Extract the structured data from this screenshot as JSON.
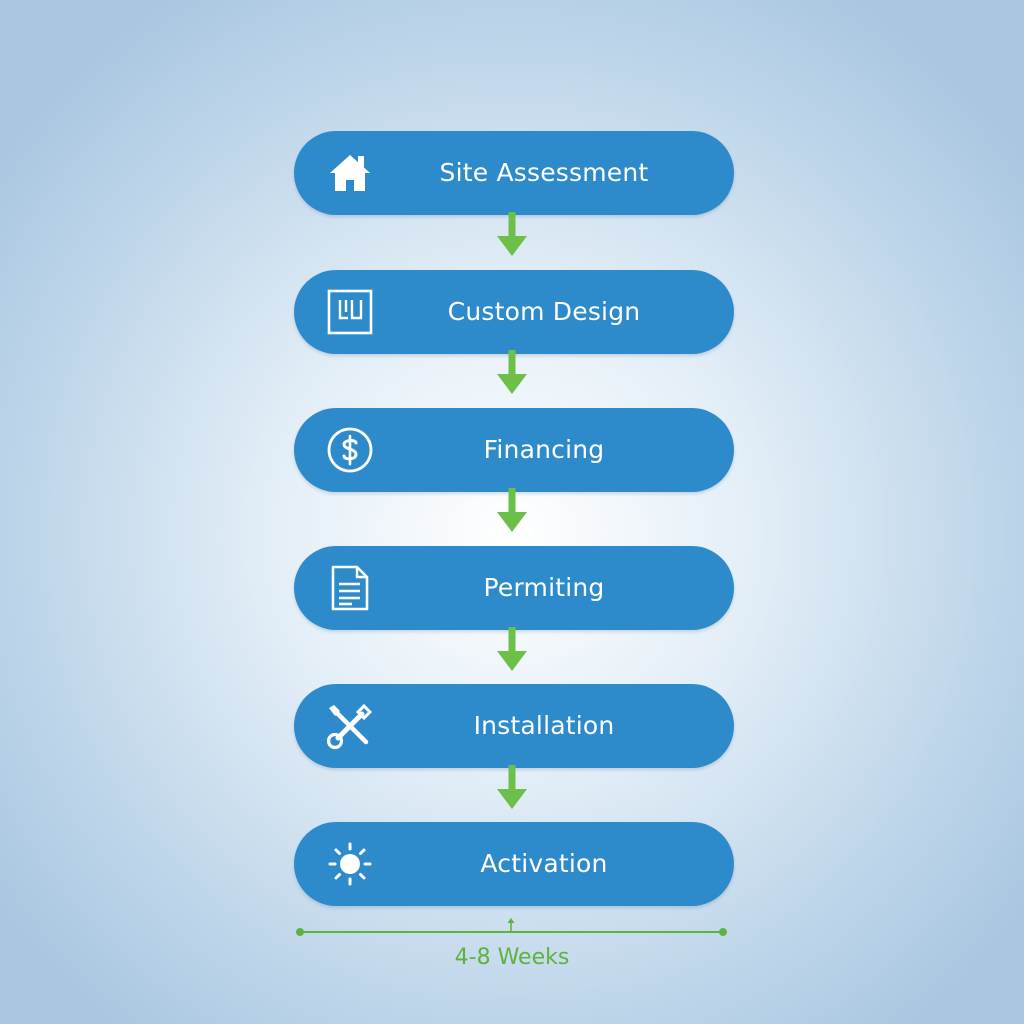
{
  "colors": {
    "step_fill": "#2e8bcb",
    "step_text": "#ffffff",
    "arrow": "#6cc04a",
    "timeline": "#5cb43f"
  },
  "steps": [
    {
      "label": "Site Assessment",
      "icon": "house-icon"
    },
    {
      "label": "Custom Design",
      "icon": "blueprint-icon"
    },
    {
      "label": "Financing",
      "icon": "dollar-circle-icon"
    },
    {
      "label": "Permiting",
      "icon": "document-icon"
    },
    {
      "label": "Installation",
      "icon": "wrench-screwdriver-icon"
    },
    {
      "label": "Activation",
      "icon": "sun-icon"
    }
  ],
  "timeline": {
    "label": "4-8 Weeks"
  }
}
